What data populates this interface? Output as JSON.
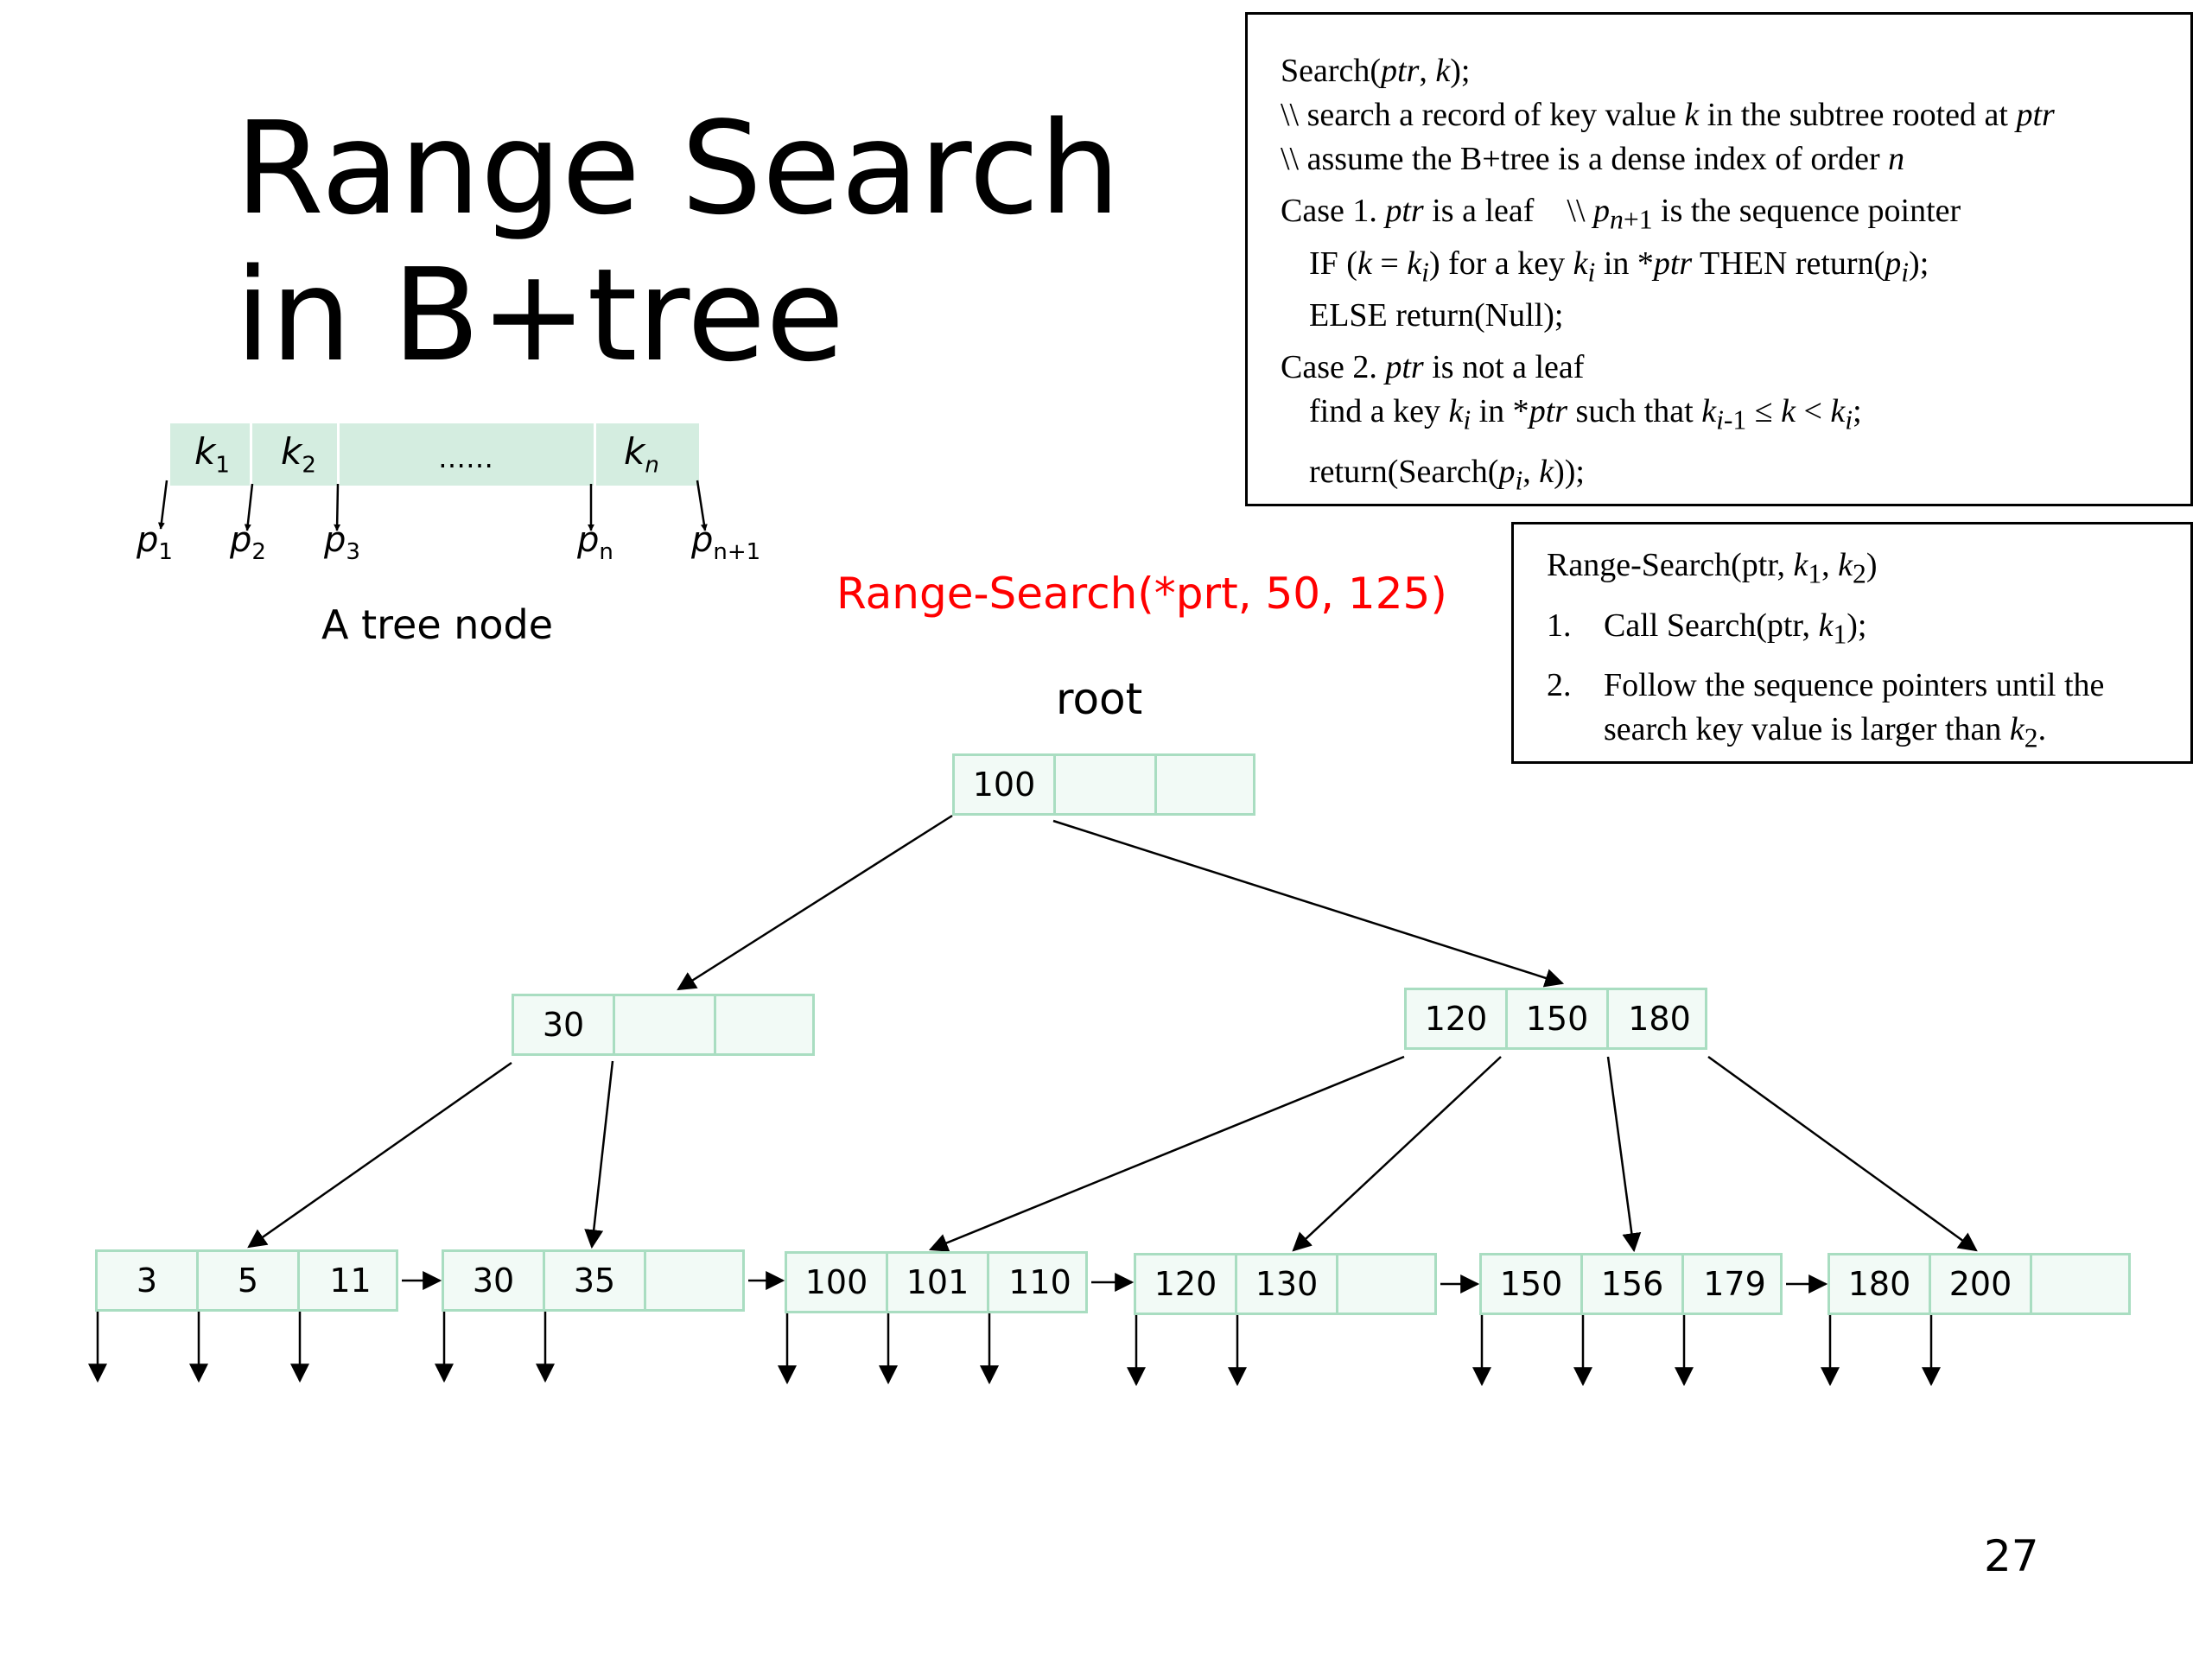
{
  "slide": {
    "title_line1": "Range Search",
    "title_line2": "in B+tree",
    "page_number": "27"
  },
  "legend": {
    "keys": [
      {
        "label": "k",
        "sub": "1"
      },
      {
        "label": "k",
        "sub": "2"
      },
      {
        "label": "……",
        "sub": ""
      },
      {
        "label": "k",
        "sub": "n"
      }
    ],
    "pointers": [
      {
        "label": "p",
        "sub": "1"
      },
      {
        "label": "p",
        "sub": "2"
      },
      {
        "label": "p",
        "sub": "3"
      },
      {
        "label": "p",
        "sub": "n"
      },
      {
        "label": "p",
        "sub": "n+1"
      }
    ],
    "caption": "A tree node"
  },
  "search_code": {
    "header": "Search(ptr, k);",
    "comment1": "\\\\ search a record of key value k in the subtree rooted at ptr",
    "comment2": "\\\\ assume the B+tree is a dense index of order n",
    "case1": "Case 1. ptr is a leaf    \\\\ pn+1 is the sequence pointer",
    "case1_if": "IF (k = ki) for a key ki in *ptr THEN return(pi);",
    "case1_else": "ELSE return(Null);",
    "case2": "Case 2. ptr is not a leaf",
    "case2_find": "find a key ki in *ptr such that ki-1 ≤ k < ki;",
    "case2_return": "return(Search(pi, k));"
  },
  "range_code": {
    "header": "Range-Search(ptr, k1, k2)",
    "steps": [
      {
        "num": "1.",
        "text": "Call Search(ptr, k1);"
      },
      {
        "num": "2.",
        "text": "Follow the sequence pointers until the search key value is larger than k2."
      }
    ]
  },
  "query_label": "Range-Search(*prt, 50, 125)",
  "root_label": "root",
  "tree": {
    "root": [
      "100",
      "",
      ""
    ],
    "internal": [
      [
        "30",
        "",
        ""
      ],
      [
        "120",
        "150",
        "180"
      ]
    ],
    "leaves": [
      [
        "3",
        "5",
        "11"
      ],
      [
        "30",
        "35",
        ""
      ],
      [
        "100",
        "101",
        "110"
      ],
      [
        "120",
        "130",
        ""
      ],
      [
        "150",
        "156",
        "179"
      ],
      [
        "180",
        "200",
        ""
      ]
    ]
  },
  "colors": {
    "node_fill": "#f2faf6",
    "node_border": "#a9ddc1",
    "legend_fill": "#d4ede0",
    "query_text": "#ff0000"
  }
}
